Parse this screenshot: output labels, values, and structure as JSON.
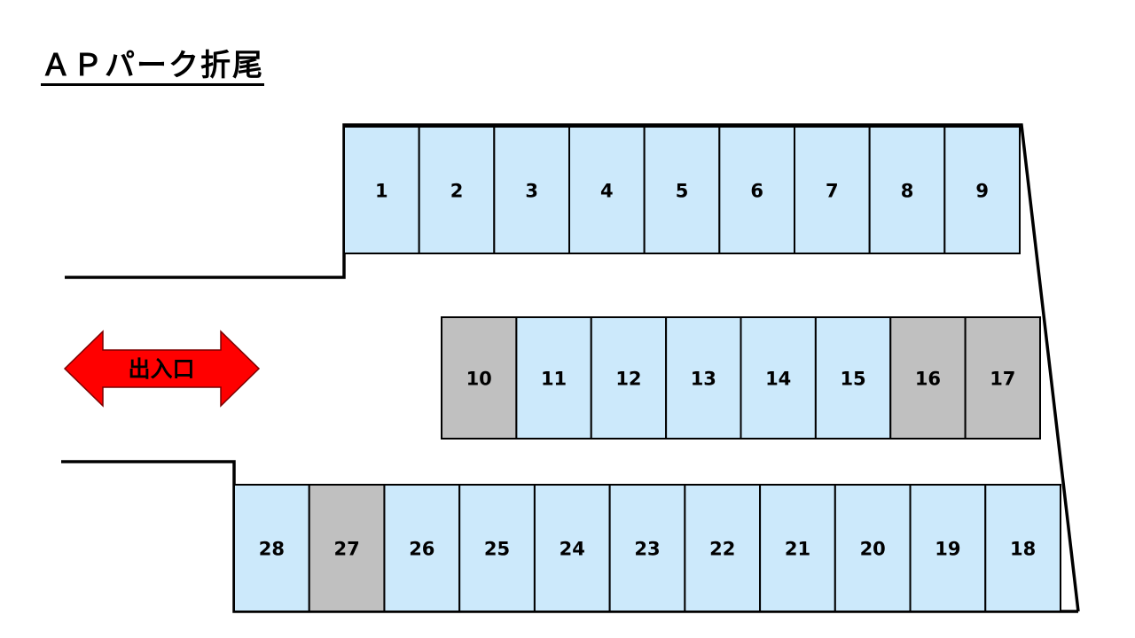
{
  "title": "ＡＰパーク折尾",
  "entrance": {
    "label": "出入口",
    "color": "#ff0000",
    "icon": "double-arrow-icon"
  },
  "colors": {
    "available": "#cce9fb",
    "unavailable": "#c0c0c0",
    "line": "#000000"
  },
  "rows": [
    {
      "name": "top",
      "spaces": [
        {
          "number": "1",
          "status": "available"
        },
        {
          "number": "2",
          "status": "available"
        },
        {
          "number": "3",
          "status": "available"
        },
        {
          "number": "4",
          "status": "available"
        },
        {
          "number": "5",
          "status": "available"
        },
        {
          "number": "6",
          "status": "available"
        },
        {
          "number": "7",
          "status": "available"
        },
        {
          "number": "8",
          "status": "available"
        },
        {
          "number": "9",
          "status": "available"
        }
      ]
    },
    {
      "name": "middle",
      "spaces": [
        {
          "number": "10",
          "status": "unavailable"
        },
        {
          "number": "11",
          "status": "available"
        },
        {
          "number": "12",
          "status": "available"
        },
        {
          "number": "13",
          "status": "available"
        },
        {
          "number": "14",
          "status": "available"
        },
        {
          "number": "15",
          "status": "available"
        },
        {
          "number": "16",
          "status": "unavailable"
        },
        {
          "number": "17",
          "status": "unavailable"
        }
      ]
    },
    {
      "name": "bottom",
      "spaces": [
        {
          "number": "28",
          "status": "available"
        },
        {
          "number": "27",
          "status": "unavailable"
        },
        {
          "number": "26",
          "status": "available"
        },
        {
          "number": "25",
          "status": "available"
        },
        {
          "number": "24",
          "status": "available"
        },
        {
          "number": "23",
          "status": "available"
        },
        {
          "number": "22",
          "status": "available"
        },
        {
          "number": "21",
          "status": "available"
        },
        {
          "number": "20",
          "status": "available"
        },
        {
          "number": "19",
          "status": "available"
        },
        {
          "number": "18",
          "status": "available"
        }
      ]
    }
  ]
}
